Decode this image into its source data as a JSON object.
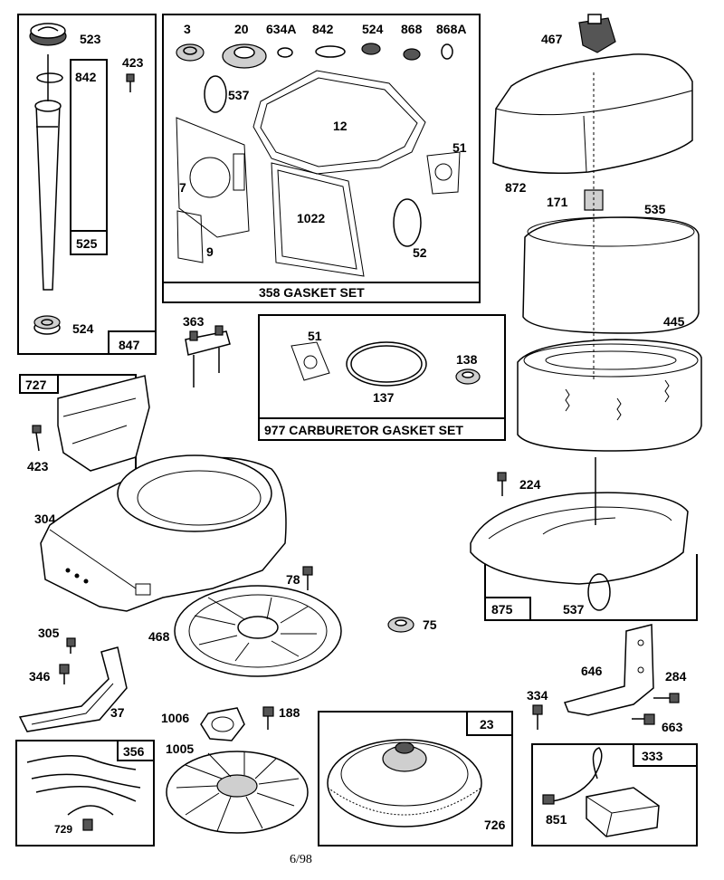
{
  "labels": {
    "l523": "523",
    "l842a": "842",
    "l423a": "423",
    "l525": "525",
    "l524a": "524",
    "l847": "847",
    "l3": "3",
    "l20": "20",
    "l634a": "634A",
    "l842b": "842",
    "l524b": "524",
    "l868": "868",
    "l868a": "868A",
    "l537a": "537",
    "l12": "12",
    "l51a": "51",
    "l7": "7",
    "l1022": "1022",
    "l52": "52",
    "l9": "9",
    "l467": "467",
    "l872": "872",
    "l171": "171",
    "l535": "535",
    "l445": "445",
    "l363": "363",
    "l51b": "51",
    "l138": "138",
    "l137": "137",
    "l727": "727",
    "l423b": "423",
    "l304": "304",
    "l224": "224",
    "l875": "875",
    "l537b": "537",
    "l78": "78",
    "l75": "75",
    "l468": "468",
    "l305": "305",
    "l346": "346",
    "l37": "37",
    "l646": "646",
    "l284": "284",
    "l334": "334",
    "l663": "663",
    "l1006": "1006",
    "l188": "188",
    "l1005": "1005",
    "l356": "356",
    "l729": "729",
    "l23": "23",
    "l726": "726",
    "l333": "333",
    "l851": "851"
  },
  "captions": {
    "gasket_set": "358 GASKET SET",
    "carb_gasket_set": "977 CARBURETOR GASKET SET"
  },
  "footer": {
    "date_code": "6/98"
  }
}
